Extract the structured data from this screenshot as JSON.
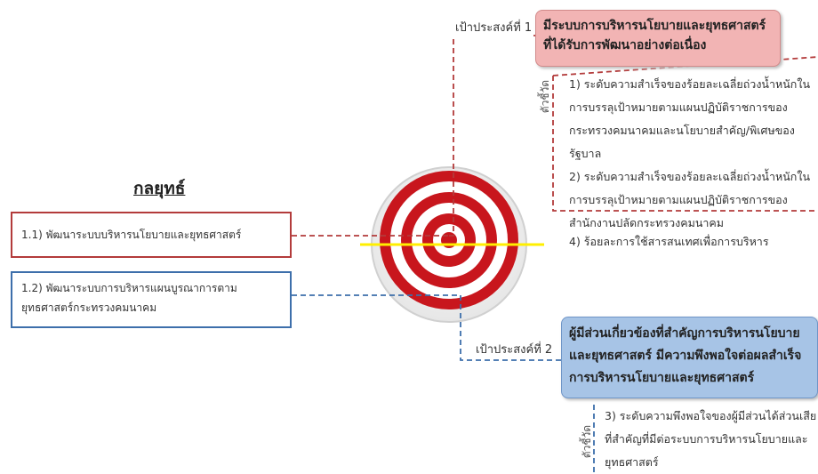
{
  "strategy": {
    "title": "กลยุทธ์",
    "items": [
      "1.1) พัฒนาระบบบริหารนโยบายและยุทธศาสตร์",
      "1.2)  พัฒนาระบบการบริหารแผนบูรณาการตามยุทธศาสตร์กระทรวงคมนาคม"
    ]
  },
  "goals": [
    {
      "label": "เป้าประสงค์ที่ 1",
      "text": "มีระบบการบริหารนโยบายและยุทธศาสตร์ที่ได้รับการพัฒนาอย่างต่อเนื่อง",
      "indicator_label": "ตัวชี้วัด",
      "indicators": [
        "1) ระดับความสำเร็จของร้อยละเฉลี่ยถ่วงน้ำหนักในการบรรลุเป้าหมายตามแผนปฏิบัติราชการของกระทรวงคมนาคมและนโยบายสำคัญ/พิเศษของรัฐบาล",
        "2) ระดับความสำเร็จของร้อยละเฉลี่ยถ่วงน้ำหนักในการบรรลุเป้าหมายตามแผนปฏิบัติราชการของสำนักงานปลัดกระทรวงคมนาคม"
      ],
      "extra_indicator": "4) ร้อยละการใช้สารสนเทศเพื่อการบริหาร"
    },
    {
      "label": "เป้าประสงค์ที่ 2",
      "text": "ผู้มีส่วนเกี่ยวข้องที่สำคัญการบริหารนโยบายและยุทธศาสตร์ มีความพึงพอใจต่อผลสำเร็จการบริหารนโยบายและยุทธศาสตร์",
      "indicator_label": "ตัวชี้วัด",
      "indicators": [
        "3) ระดับความพึงพอใจของผู้มีส่วนได้ส่วนเสียที่สำคัญที่มีต่อระบบการบริหารนโยบายและยุทธศาสตร์"
      ]
    }
  ],
  "colors": {
    "red": "#b33b3b",
    "blue": "#3d6fab",
    "goal1_fill": "#f2b4b4",
    "goal2_fill": "#a7c4e6",
    "target_red": "#c8161d",
    "target_line": "#ffef00"
  }
}
